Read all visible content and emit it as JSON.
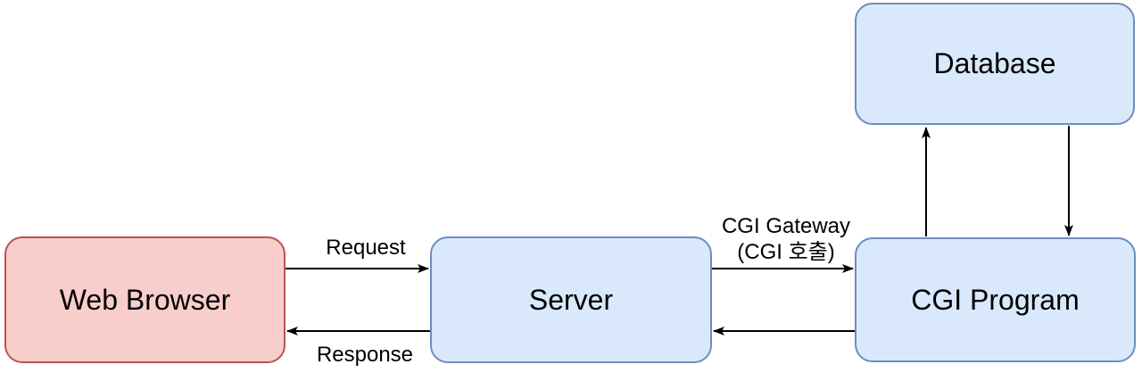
{
  "diagram": {
    "nodes": {
      "web_browser": {
        "label": "Web Browser",
        "fill": "#f8cecc",
        "stroke": "#b85450"
      },
      "server": {
        "label": "Server",
        "fill": "#dae8fc",
        "stroke": "#6c8ebf"
      },
      "cgi_program": {
        "label": "CGI Program",
        "fill": "#dae8fc",
        "stroke": "#6c8ebf"
      },
      "database": {
        "label": "Database",
        "fill": "#dae8fc",
        "stroke": "#6c8ebf"
      }
    },
    "edges": {
      "request": {
        "label": "Request",
        "from": "Web Browser",
        "to": "Server"
      },
      "response": {
        "label": "Response",
        "from": "Server",
        "to": "Web Browser"
      },
      "cgi_gateway": {
        "label_line1": "CGI Gateway",
        "label_line2": "(CGI 호출)",
        "from": "Server",
        "to": "CGI Program"
      },
      "cgi_return": {
        "label": "",
        "from": "CGI Program",
        "to": "Server"
      },
      "cgi_to_db": {
        "label": "",
        "from": "CGI Program",
        "to": "Database"
      },
      "db_to_cgi": {
        "label": "",
        "from": "Database",
        "to": "CGI Program"
      }
    },
    "colors": {
      "background": "#ffffff",
      "line": "#000000",
      "text": "#000000"
    }
  }
}
